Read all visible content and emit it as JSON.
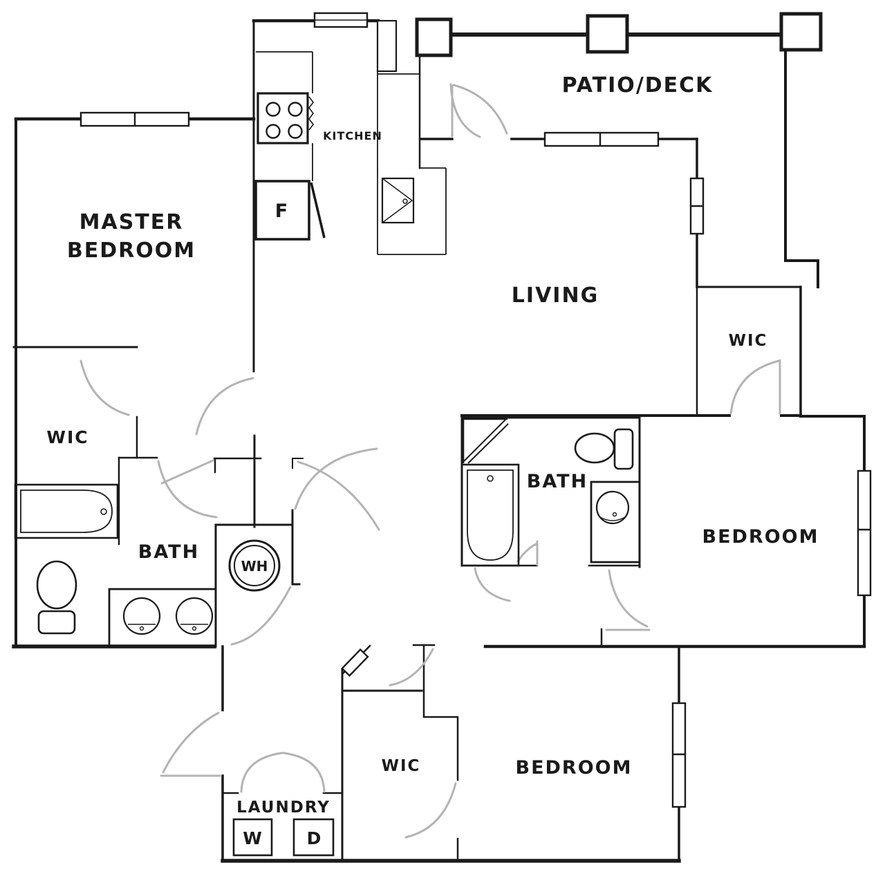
{
  "colors": {
    "wall": "#1a1a1a",
    "door_swing": "#b3b3b3",
    "background": "#ffffff"
  },
  "rooms": {
    "master_bedroom": {
      "label_line1": "MASTER",
      "label_line2": "BEDROOM"
    },
    "kitchen": {
      "label": "KITCHEN"
    },
    "patio_deck": {
      "label": "PATIO/DECK"
    },
    "living": {
      "label": "LIVING"
    },
    "master_wic": {
      "label": "WIC"
    },
    "master_bath": {
      "label": "BATH"
    },
    "bath_2": {
      "label": "BATH"
    },
    "bedroom_right": {
      "label": "BEDROOM"
    },
    "bedroom_bottom": {
      "label": "BEDROOM"
    },
    "wic_right": {
      "label": "WIC"
    },
    "wic_bottom": {
      "label": "WIC"
    },
    "laundry": {
      "label": "LAUNDRY"
    }
  },
  "appliances": {
    "water_heater_label": "WH",
    "refrigerator_label": "F",
    "washer_label": "W",
    "dryer_label": "D"
  }
}
